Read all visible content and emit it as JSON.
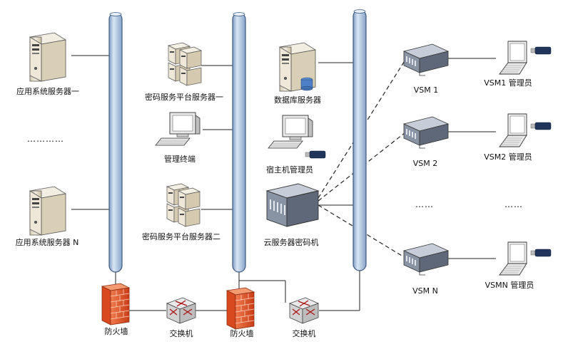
{
  "labels": {
    "app_server_1": "应用系统服务器一",
    "app_server_n": "应用系统服务器 N",
    "app_ellipsis": "…………",
    "crypto_platform_1": "密码服务平台服务器一",
    "mgmt_terminal": "管理终端",
    "crypto_platform_2": "密码服务平台服务器二",
    "db_server": "数据库服务器",
    "host_admin": "宿主机管理员",
    "cloud_crypto": "云服务器密码机",
    "vsm1": "VSM 1",
    "vsm2": "VSM 2",
    "vsmn": "VSM N",
    "vsm_ellipsis": "……",
    "vsm1_admin": "VSM1 管理员",
    "vsm2_admin": "VSM2 管理员",
    "vsmn_admin": "VSMN 管理员",
    "admin_ellipsis": "……",
    "firewall_1": "防火墙",
    "firewall_2": "防火墙",
    "switch_1": "交换机",
    "switch_2": "交换机"
  },
  "colors": {
    "bus_fill": "#b3cbe6",
    "bus_stroke": "#3c5a80",
    "line": "#222222",
    "firewall": "#e0532a",
    "server_beige": "#e9e1cf",
    "vsm_body": "#7f8a99"
  }
}
